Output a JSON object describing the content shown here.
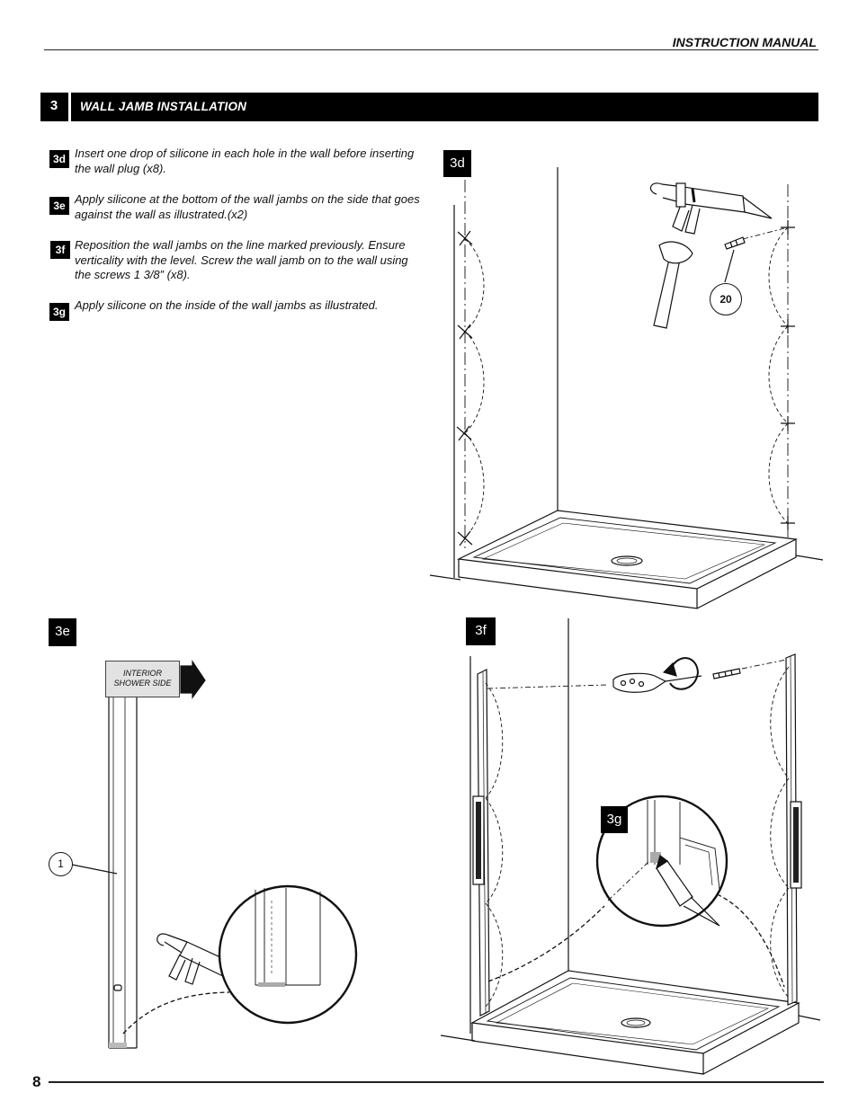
{
  "header": {
    "title": "INSTRUCTION MANUAL"
  },
  "section": {
    "number": "3",
    "title": "WALL JAMB INSTALLATION"
  },
  "steps": [
    {
      "tag": "3d",
      "text": "Insert one drop of silicone in each hole in the wall before inserting the wall plug (x8)."
    },
    {
      "tag": "3e",
      "text": "Apply silicone at the bottom of the wall jambs on the side that goes against the wall as illustrated.(x2)"
    },
    {
      "tag": "3f",
      "text": "Reposition the wall jambs on the line marked previously. Ensure verticality with the level. Screw the wall jamb on to the wall using the screws 1 3/8” (x8)."
    },
    {
      "tag": "3g",
      "text": "Apply silicone on the inside of the wall jambs as illustrated."
    }
  ],
  "figures": {
    "fig_3d": {
      "label": "3d",
      "part_callout": "20"
    },
    "fig_3e": {
      "label": "3e",
      "interior_label": "INTERIOR SHOWER SIDE",
      "part_callout": "1"
    },
    "fig_3f": {
      "label": "3f"
    },
    "fig_3g": {
      "label": "3g"
    }
  },
  "footer": {
    "page_number": "8"
  }
}
